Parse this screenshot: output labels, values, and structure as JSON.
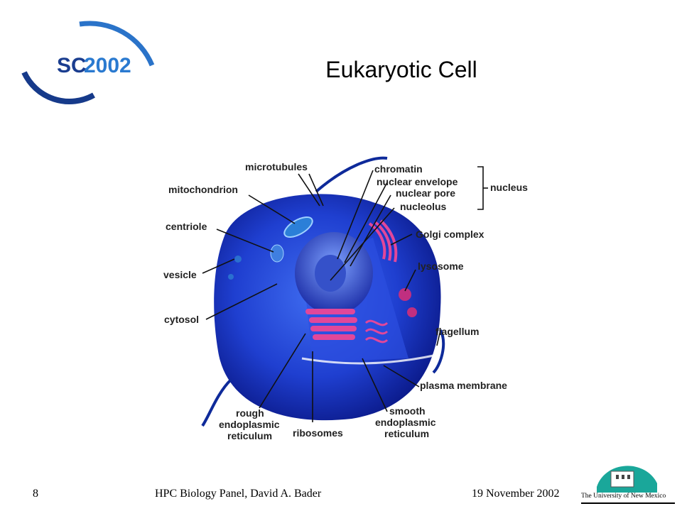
{
  "slide": {
    "title": "Eukaryotic Cell",
    "page_number": "8",
    "footer_center": "HPC Biology Panel,  David A. Bader",
    "footer_date": "19 November 2002"
  },
  "logo": {
    "sc_text": "SC",
    "year_text": "2002"
  },
  "unm_logo": {
    "text": "The University of New Mexico"
  },
  "figure": {
    "labels": {
      "microtubules": "microtubules",
      "mitochondrion": "mitochondrion",
      "centriole": "centriole",
      "vesicle": "vesicle",
      "cytosol": "cytosol",
      "chromatin": "chromatin",
      "nuclear_envelope": "nuclear envelope",
      "nuclear_pore": "nuclear pore",
      "nucleolus": "nucleolus",
      "nucleus": "nucleus",
      "golgi": "Golgi complex",
      "lysosome": "lysosome",
      "flagellum": "flagellum",
      "plasma_membrane": "plasma membrane",
      "rough_er_1": "rough",
      "rough_er_2": "endoplasmic",
      "rough_er_3": "reticulum",
      "ribosomes": "ribosomes",
      "smooth_er_1": "smooth",
      "smooth_er_2": "endoplasmic",
      "smooth_er_3": "reticulum"
    }
  },
  "colors": {
    "cell_blue": "#1f3fd0",
    "cell_dark": "#0b1a8a",
    "organelle_pink": "#e2479a",
    "logo_blue": "#1e5aa8",
    "unm_teal": "#1aa79a"
  }
}
